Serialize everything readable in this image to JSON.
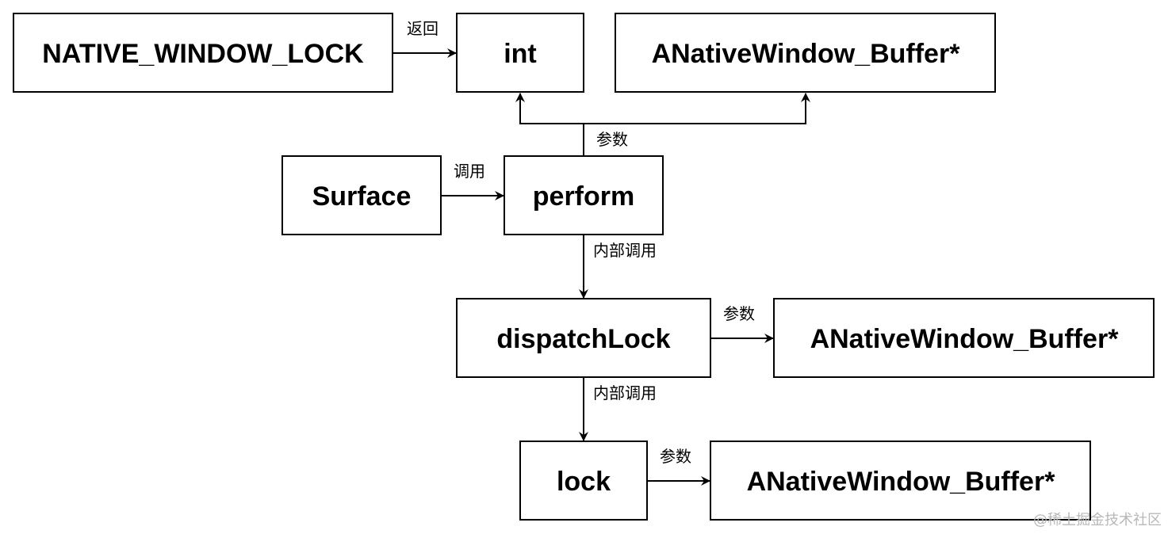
{
  "nodes": {
    "native_window_lock": "NATIVE_WINDOW_LOCK",
    "int": "int",
    "buffer_top": "ANativeWindow_Buffer*",
    "surface": "Surface",
    "perform": "perform",
    "dispatch_lock": "dispatchLock",
    "buffer_mid": "ANativeWindow_Buffer*",
    "lock": "lock",
    "buffer_bottom": "ANativeWindow_Buffer*"
  },
  "edge_labels": {
    "returns": "返回",
    "param_top": "参数",
    "call": "调用",
    "internal_call_1": "内部调用",
    "param_mid": "参数",
    "internal_call_2": "内部调用",
    "param_bottom": "参数"
  },
  "watermark": "@稀土掘金技术社区"
}
